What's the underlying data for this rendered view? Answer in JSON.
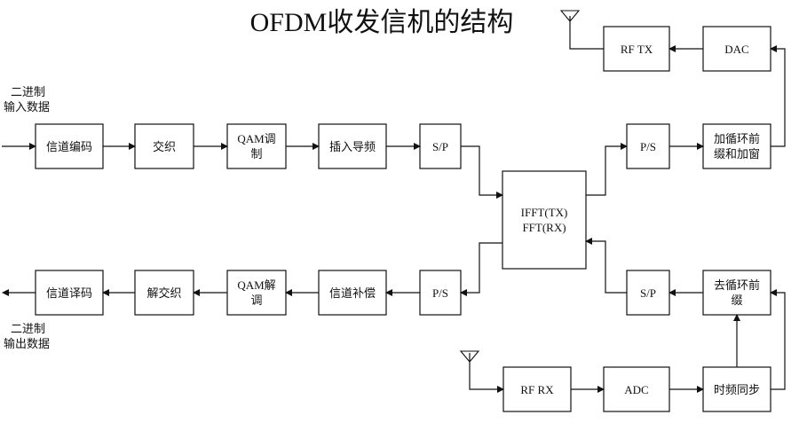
{
  "title": "OFDM收发信机的结构",
  "labels": {
    "input_line1": "二进制",
    "input_line2": "输入数据",
    "output_line1": "二进制",
    "output_line2": "输出数据"
  },
  "blocks": {
    "channel_encode": "信道编码",
    "interleave": "交织",
    "qam_mod": "QAM调制",
    "pilot_insert": "插入导频",
    "sp_tx": "S/P",
    "ifft_fft": "IFFT(TX) FFT(RX)",
    "ps_tx": "P/S",
    "add_cp": "加循环前缀和加窗",
    "dac": "DAC",
    "rf_tx": "RF TX",
    "channel_decode": "信道译码",
    "deinterleave": "解交织",
    "qam_demod": "QAM解调",
    "channel_comp": "信道补偿",
    "ps_rx": "P/S",
    "sp_rx": "S/P",
    "remove_cp": "去循环前缀",
    "time_freq_sync": "时频同步",
    "adc": "ADC",
    "rf_rx": "RF RX"
  }
}
